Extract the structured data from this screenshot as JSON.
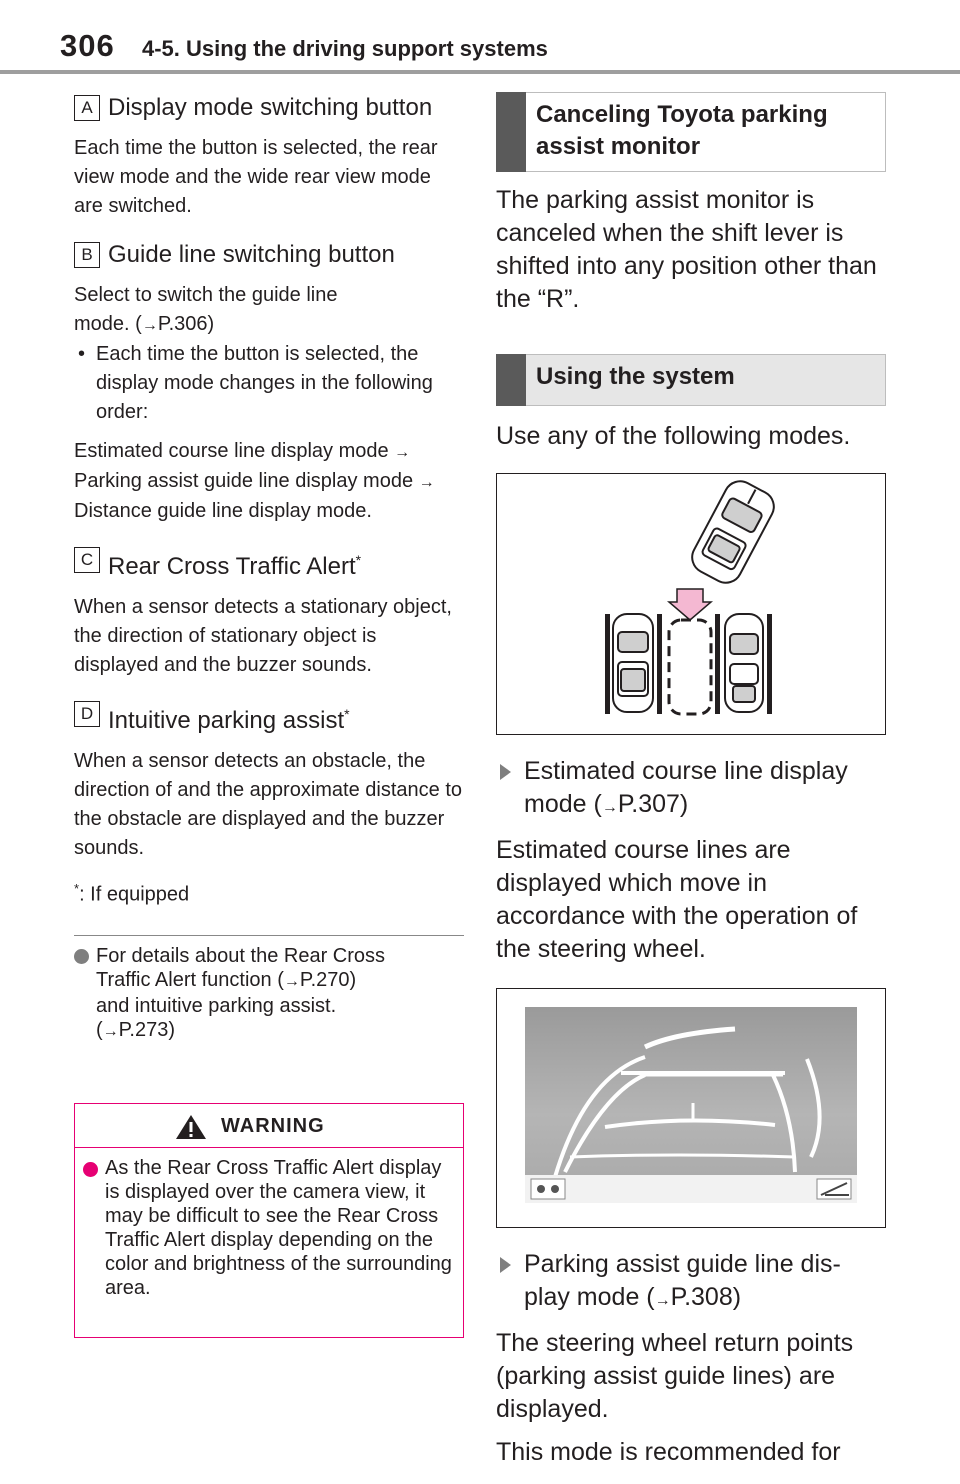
{
  "header": {
    "page_number": "306",
    "chapter": "4-5. Using the driving support systems"
  },
  "left": {
    "item_a": {
      "letter": "A",
      "title": "Display mode switching button",
      "text": "Each time the button is selected, the rear view mode and the wide rear view mode are switched."
    },
    "item_b": {
      "letter": "B",
      "title": "Guide line switching button",
      "text_line1": "Select to switch the guide line",
      "text_line2_pre": "mode. (",
      "text_line2_ref": "P.306)",
      "bullet": "Each time the button is selected, the display mode changes in the following order:",
      "order_1": "Estimated course line display mode",
      "order_2": "Parking assist guide line display mode",
      "order_3": "Distance guide line display mode."
    },
    "item_c": {
      "letter": "C",
      "title": "Rear Cross Traffic Alert",
      "star": "*",
      "text": "When a sensor detects a stationary object, the direction of stationary object is displayed and the buzzer sounds."
    },
    "item_d": {
      "letter": "D",
      "title": "Intuitive parking assist",
      "star": "*",
      "text": "When a sensor detects an obstacle, the direction of and the approximate distance to the obstacle are displayed and the buzzer sounds."
    },
    "footnote_star": "*",
    "footnote_text": ": If equipped",
    "note": {
      "line1": "For details about the Rear Cross",
      "line2_pre": "Traffic Alert function (",
      "line2_ref": "P.270)",
      "line3": "and intuitive parking assist.",
      "line4_pre": "(",
      "line4_ref": "P.273)"
    },
    "warning": {
      "title": "WARNING",
      "text": "As the Rear Cross Traffic Alert display is displayed over the camera view, it may be difficult to see the Rear Cross Traffic Alert display depending on the color and brightness of the surrounding area."
    }
  },
  "right": {
    "cancel_heading": "Canceling Toyota parking assist monitor",
    "cancel_text": "The parking assist monitor is canceled when the shift lever is shifted into any position other than the “R”.",
    "using_heading": "Using the system",
    "using_text": "Use any of the following modes.",
    "mode1_label": "Estimated course line display",
    "mode1_pre": "mode (",
    "mode1_ref": "P.307)",
    "mode1_text": "Estimated course lines are displayed which move in accordance with the operation of the steering wheel.",
    "mode2_label": "Parking assist guide line dis-",
    "mode2_pre": "play mode (",
    "mode2_ref": "P.308)",
    "mode2_text": "The steering wheel return points (parking assist guide lines) are displayed.",
    "mode2_text2": "This mode is recommended for"
  },
  "icons": {
    "arrow": "right-arrow-icon",
    "warning": "warning-triangle-icon",
    "note_bullet": "circle-bullet-icon",
    "list_bullet": "triangle-bullet-icon"
  },
  "colors": {
    "warning_accent": "#e60073",
    "heading_bar": "#5a5a5a",
    "heading_bg": "#e6e6e6"
  }
}
